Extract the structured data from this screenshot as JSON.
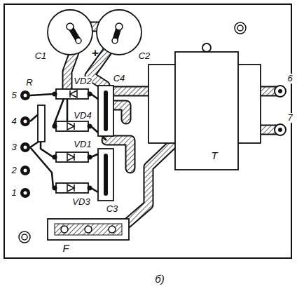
{
  "diagram": {
    "caption": "б)",
    "labels": [
      "C1",
      "+",
      "C2",
      "R",
      "VD2",
      "C4",
      "VD4",
      "VD1",
      "VD3",
      "C3",
      "T",
      "F",
      "5",
      "4",
      "3",
      "2",
      "1",
      "6",
      "7"
    ]
  }
}
